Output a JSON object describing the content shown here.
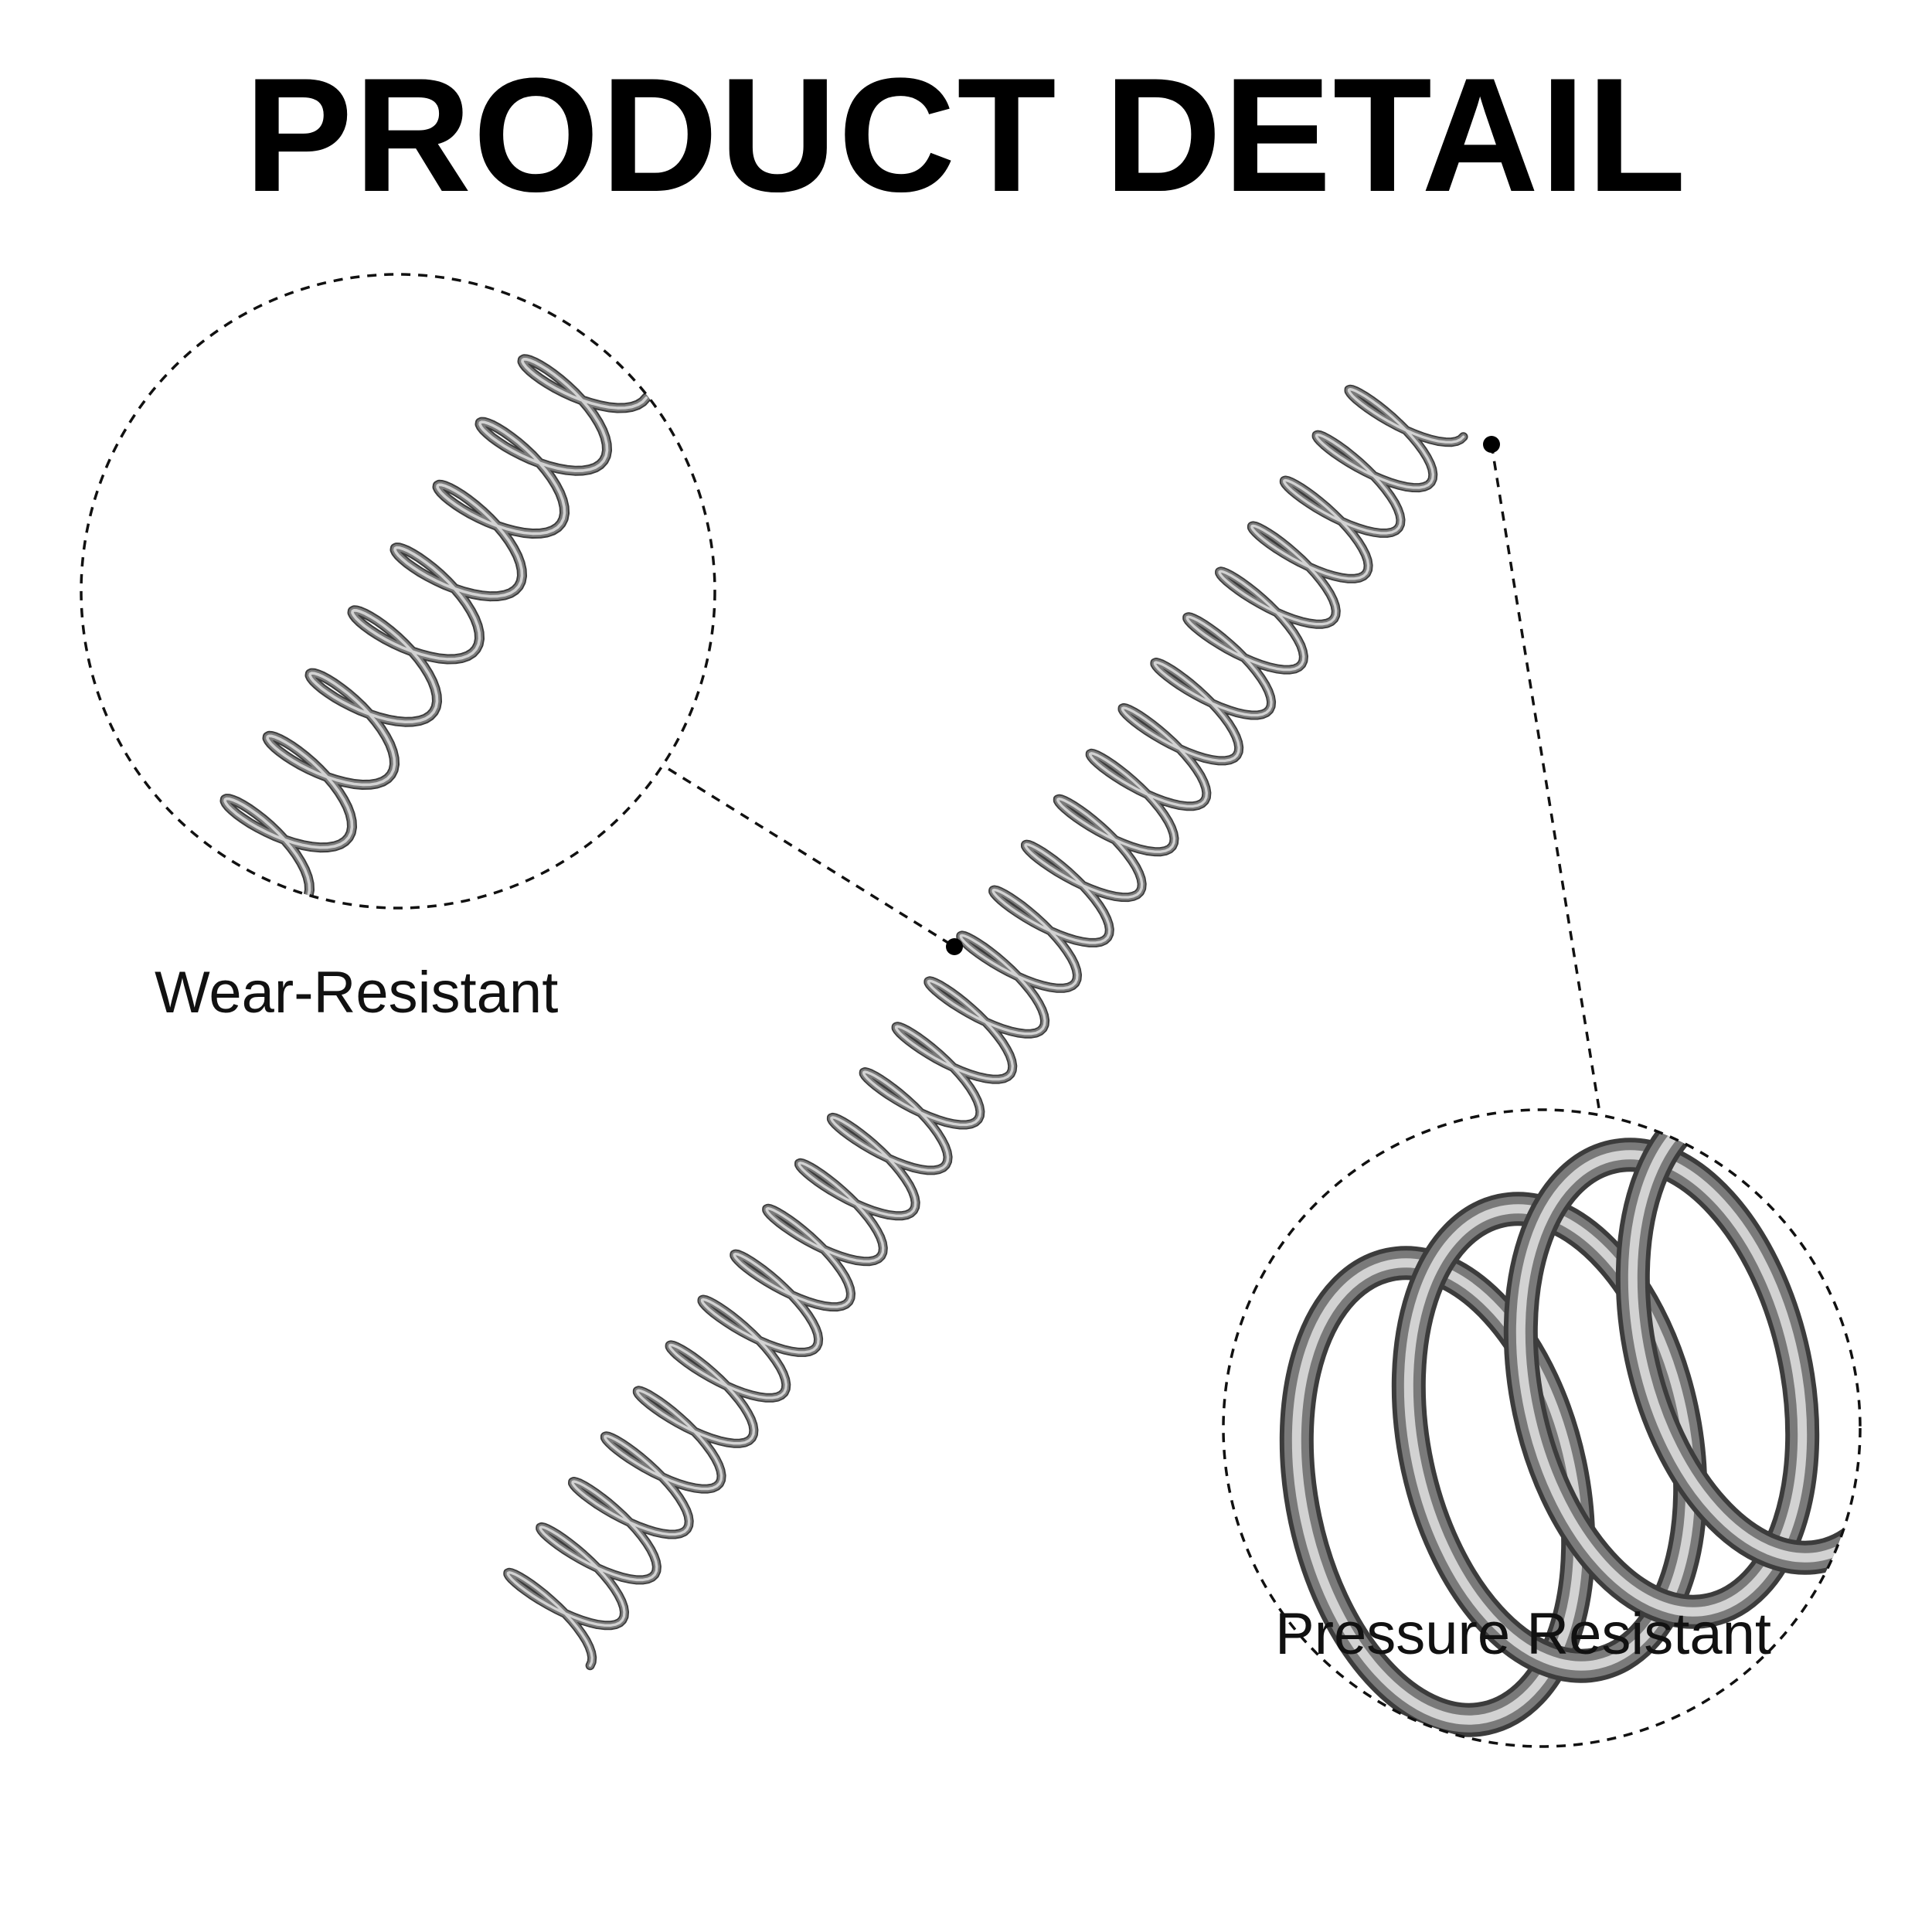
{
  "title": "PRODUCT DETAIL",
  "callouts": {
    "wear": {
      "label": "Wear-Resistant"
    },
    "pressure": {
      "label": "Pressure Resistant"
    }
  },
  "colors": {
    "background": "#ffffff",
    "text": "#000000",
    "spring_wire": "#7a7a7a",
    "spring_highlight": "#d2d2d2",
    "spring_shadow": "#3c3c3c",
    "dashed_line": "#111111"
  }
}
